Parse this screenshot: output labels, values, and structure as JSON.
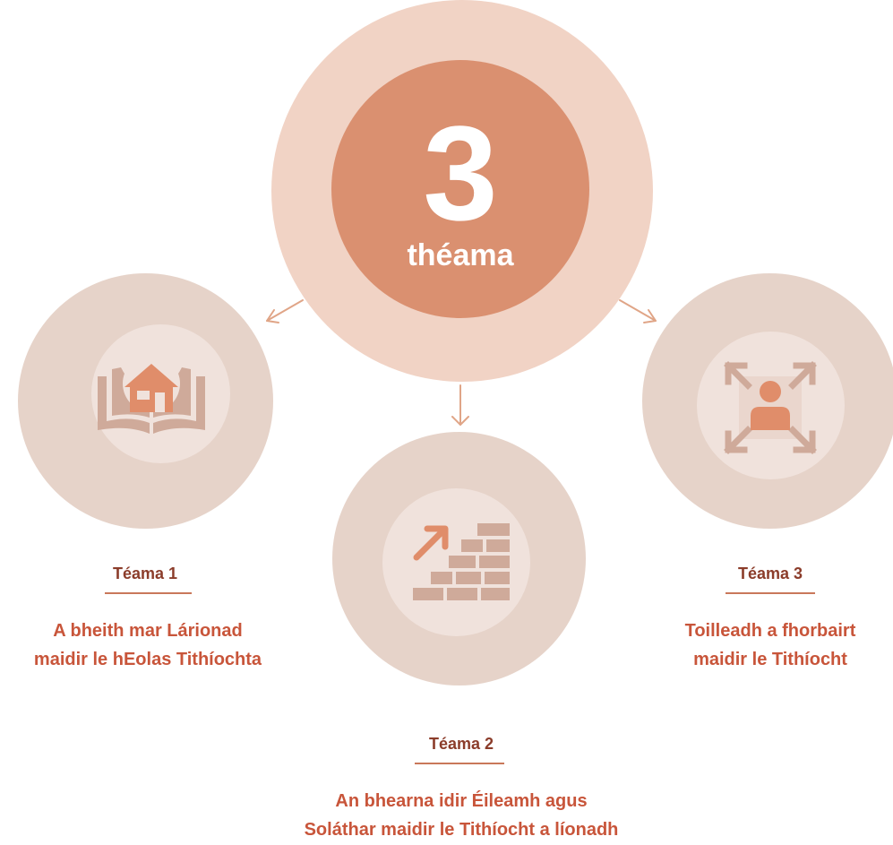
{
  "center": {
    "number": "3",
    "word": "théama"
  },
  "themes": [
    {
      "label": "Téama 1",
      "description_lines": [
        "A bheith mar Lárionad",
        "maidir le hEolas Tithíochta"
      ],
      "icon": "book-house-icon"
    },
    {
      "label": "Téama 2",
      "description_lines": [
        "An bhearna idir Éileamh agus",
        "Soláthar maidir le Tithíocht a líonadh"
      ],
      "icon": "brick-wall-arrow-icon"
    },
    {
      "label": "Téama 3",
      "description_lines": [
        "Toilleadh a fhorbairt",
        "maidir le Tithíocht"
      ],
      "icon": "person-expand-icon"
    }
  ],
  "colors": {
    "accent": "#da9070",
    "accent_light": "#f1d3c5",
    "ring": "#e6d3c9",
    "disc": "#f0e2dc",
    "icon_main": "#e08d6a",
    "icon_muted": "#cfaa9a",
    "label": "#8b3c2a",
    "description": "#c8553a"
  }
}
